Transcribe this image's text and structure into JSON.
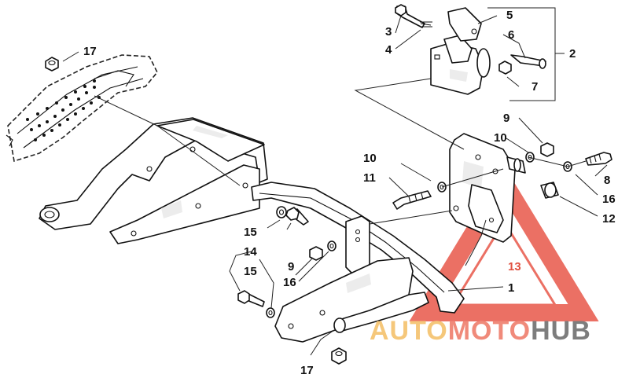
{
  "diagram": {
    "callouts": [
      {
        "id": "c17a",
        "label": "17"
      },
      {
        "id": "c3",
        "label": "3"
      },
      {
        "id": "c4",
        "label": "4"
      },
      {
        "id": "c5",
        "label": "5"
      },
      {
        "id": "c6",
        "label": "6"
      },
      {
        "id": "c2",
        "label": "2"
      },
      {
        "id": "c7",
        "label": "7"
      },
      {
        "id": "c9a",
        "label": "9"
      },
      {
        "id": "c10a",
        "label": "10"
      },
      {
        "id": "c10b",
        "label": "10"
      },
      {
        "id": "c8",
        "label": "8"
      },
      {
        "id": "c11",
        "label": "11"
      },
      {
        "id": "c16a",
        "label": "16"
      },
      {
        "id": "c12",
        "label": "12"
      },
      {
        "id": "c15a",
        "label": "15"
      },
      {
        "id": "c14",
        "label": "14"
      },
      {
        "id": "c9b",
        "label": "9"
      },
      {
        "id": "c16b",
        "label": "16"
      },
      {
        "id": "c13",
        "label": "13"
      },
      {
        "id": "c15b",
        "label": "15"
      },
      {
        "id": "c1",
        "label": "1"
      },
      {
        "id": "c17b",
        "label": "17"
      }
    ]
  },
  "watermark": {
    "part1": "AUTO",
    "part2": "MOTO",
    "part3": "HUB",
    "color_auto": "#f5c77a",
    "color_moto": "#f08a7a",
    "color_hub": "#7d7d7d",
    "triangle_color": "#e8584a"
  }
}
